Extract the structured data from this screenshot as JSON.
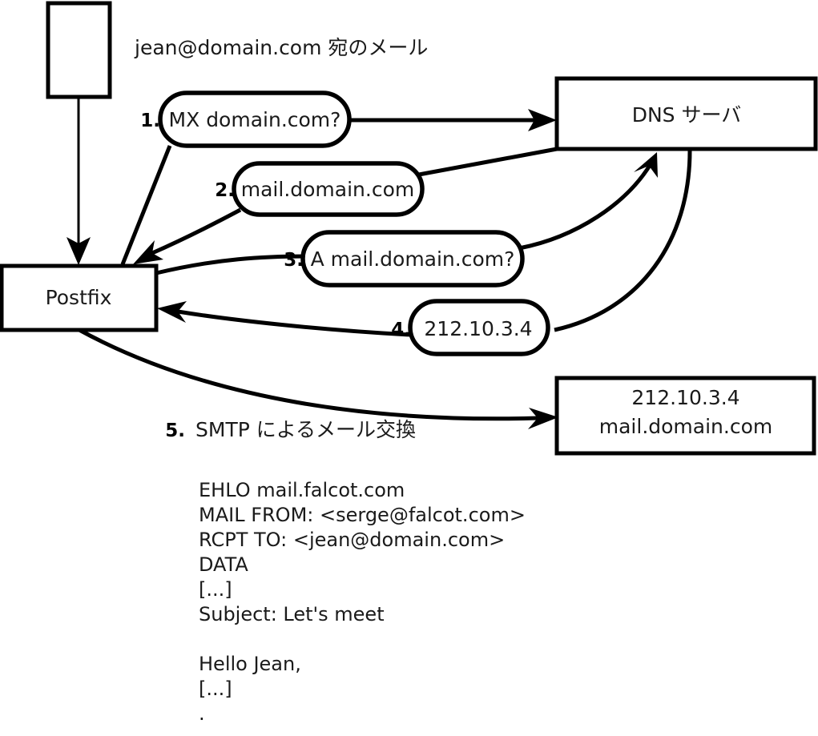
{
  "figure": {
    "title_caption": "jean@domain.com 宛のメール",
    "nodes": [
      {
        "id": "mua",
        "label": ""
      },
      {
        "id": "postfix",
        "label": "Postfix"
      },
      {
        "id": "dns",
        "label": "DNS サーバ"
      },
      {
        "id": "remote_mx",
        "line1": "212.10.3.4",
        "line2": "mail.domain.com"
      }
    ],
    "steps": [
      {
        "num": "1.",
        "label": "MX domain.com?"
      },
      {
        "num": "2.",
        "label": "mail.domain.com"
      },
      {
        "num": "3.",
        "label": "A mail.domain.com?"
      },
      {
        "num": "4.",
        "label": "212.10.3.4"
      },
      {
        "num": "5.",
        "label": "SMTP によるメール交換"
      }
    ],
    "smtp_transcript": [
      "EHLO mail.falcot.com",
      "MAIL FROM: <serge@falcot.com>",
      "RCPT TO: <jean@domain.com>",
      "DATA",
      "[...]",
      "Subject: Let's meet",
      "",
      "Hello Jean,",
      "[...]",
      "."
    ]
  },
  "colors": {
    "stroke": "#000000",
    "fill": "#ffffff",
    "text": "#1a1a1a"
  }
}
